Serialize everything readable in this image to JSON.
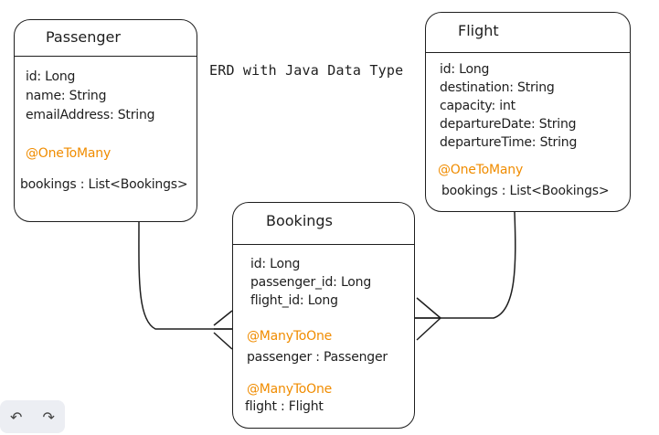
{
  "diagram_title": "ERD with Java Data Type",
  "entities": {
    "passenger": {
      "title": "Passenger",
      "fields": [
        "id: Long",
        "name: String",
        "emailAddress: String"
      ],
      "annotation": "@OneToMany",
      "relation_field": "bookings : List<Bookings>"
    },
    "flight": {
      "title": "Flight",
      "fields": [
        "id: Long",
        "destination: String",
        "capacity: int",
        "departureDate: String",
        "departureTime: String"
      ],
      "annotation": "@OneToMany",
      "relation_field": "bookings : List<Bookings>"
    },
    "bookings": {
      "title": "Bookings",
      "fields": [
        "id: Long",
        "passenger_id: Long",
        "flight_id: Long"
      ],
      "annotation_1": "@ManyToOne",
      "relation_field_1": "passenger : Passenger",
      "annotation_2": "@ManyToOne",
      "relation_field_2": "flight : Flight"
    }
  },
  "colors": {
    "stroke": "#1e1e1e",
    "annotation": "#f08c00",
    "toolbar_bg": "#eceef3"
  },
  "toolbar": {
    "undo_icon": "↶",
    "redo_icon": "↷"
  }
}
